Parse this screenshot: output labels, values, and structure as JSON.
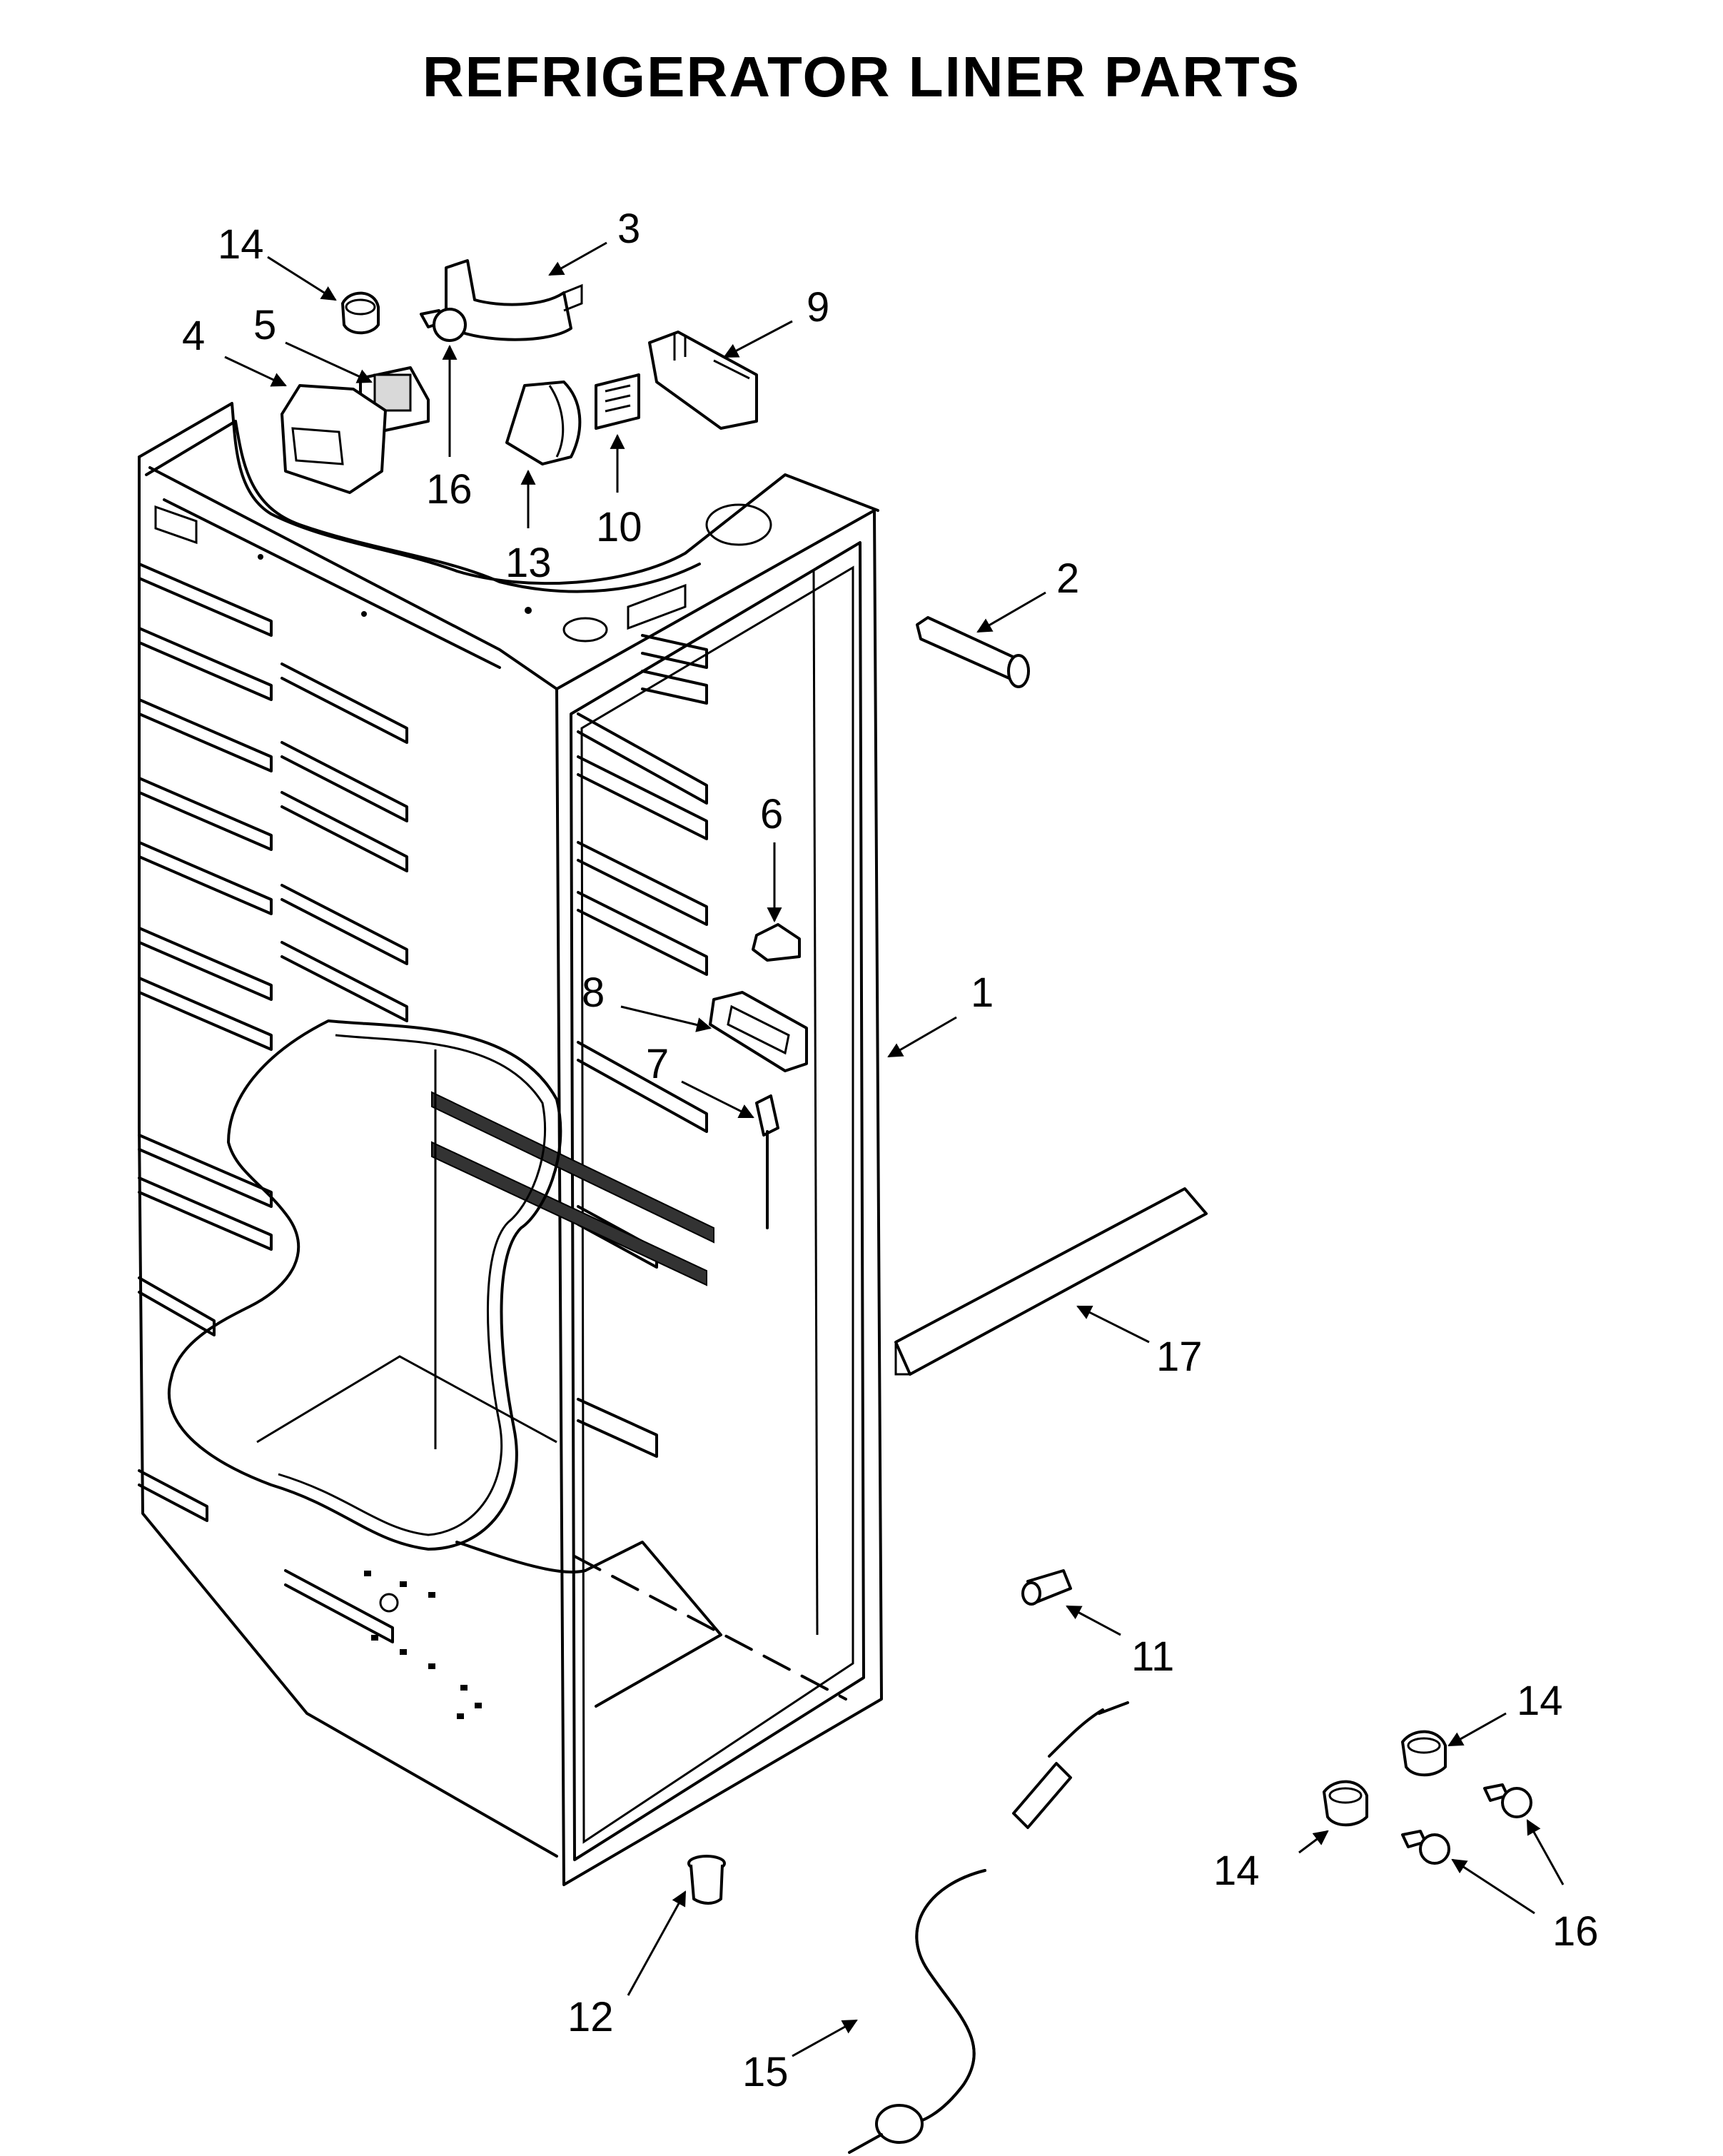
{
  "title": "REFRIGERATOR LINER PARTS",
  "callouts": {
    "c1": "1",
    "c2": "2",
    "c3": "3",
    "c4": "4",
    "c5": "5",
    "c6": "6",
    "c7": "7",
    "c8": "8",
    "c9": "9",
    "c10": "10",
    "c11": "11",
    "c12": "12",
    "c13": "13",
    "c14a": "14",
    "c14b": "14",
    "c14c": "14",
    "c15": "15",
    "c16a": "16",
    "c16b": "16",
    "c17": "17"
  }
}
